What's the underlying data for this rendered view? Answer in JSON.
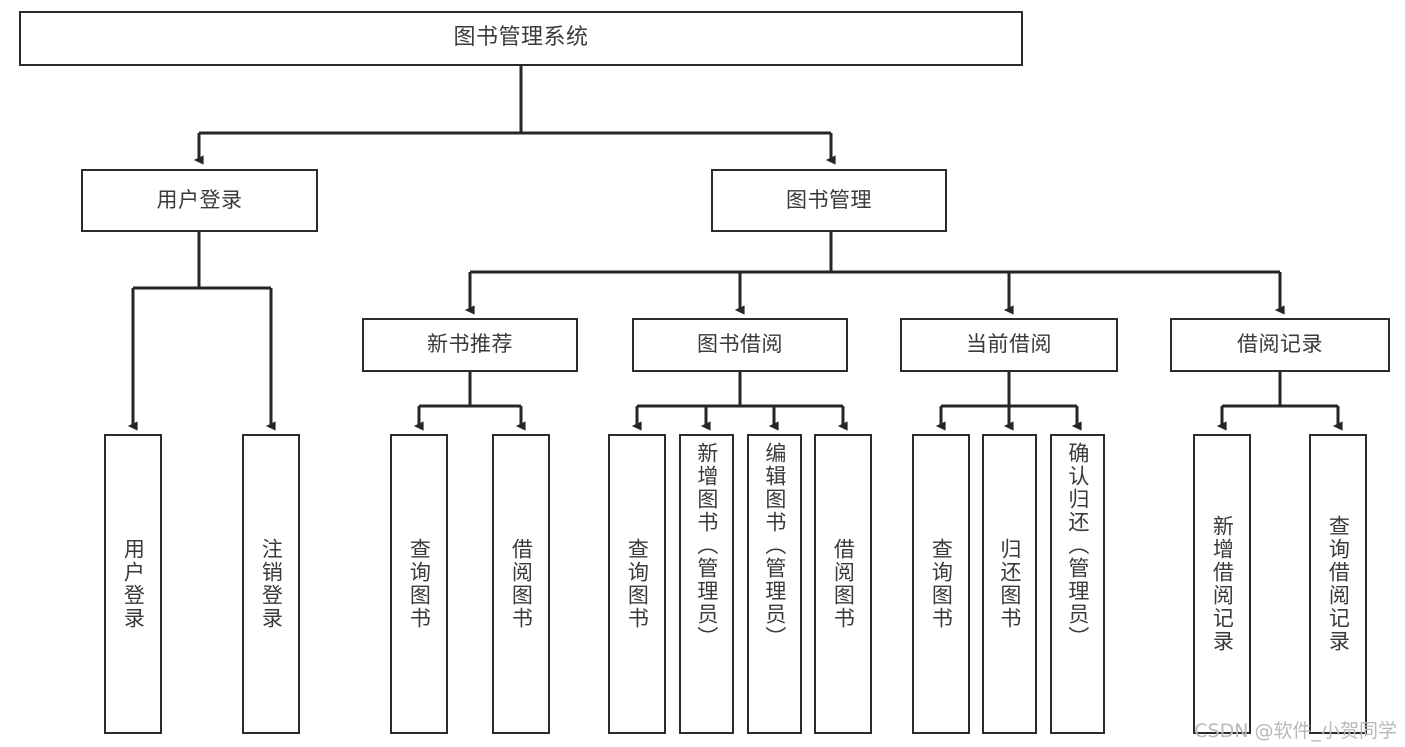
{
  "diagram": {
    "title": "图书管理系统",
    "type": "tree-hierarchy-chart",
    "colors": {
      "box_border": "#2b2b2b",
      "box_fill": "#ffffff",
      "connector": "#262626",
      "text": "#3a3a3a",
      "watermark": "#b9b9b9",
      "background": "#ffffff"
    },
    "root": {
      "label": "图书管理系统"
    },
    "level2": [
      {
        "label": "用户登录"
      },
      {
        "label": "图书管理"
      }
    ],
    "level3": [
      {
        "label": "新书推荐"
      },
      {
        "label": "图书借阅"
      },
      {
        "label": "当前借阅"
      },
      {
        "label": "借阅记录"
      }
    ],
    "leaves": {
      "user_login": [
        {
          "label": "用户登录"
        },
        {
          "label": "注销登录"
        }
      ],
      "new_book_recommend": [
        {
          "label": "查询图书"
        },
        {
          "label": "借阅图书"
        }
      ],
      "book_borrow": [
        {
          "label": "查询图书"
        },
        {
          "label": "新增图书（管理员）"
        },
        {
          "label": "编辑图书（管理员）"
        },
        {
          "label": "借阅图书"
        }
      ],
      "current_borrow": [
        {
          "label": "查询图书"
        },
        {
          "label": "归还图书"
        },
        {
          "label": "确认归还（管理员）"
        }
      ],
      "borrow_record": [
        {
          "label": "新增借阅记录"
        },
        {
          "label": "查询借阅记录"
        }
      ]
    }
  },
  "watermark": {
    "text": "CSDN @软件_小贺同学"
  }
}
